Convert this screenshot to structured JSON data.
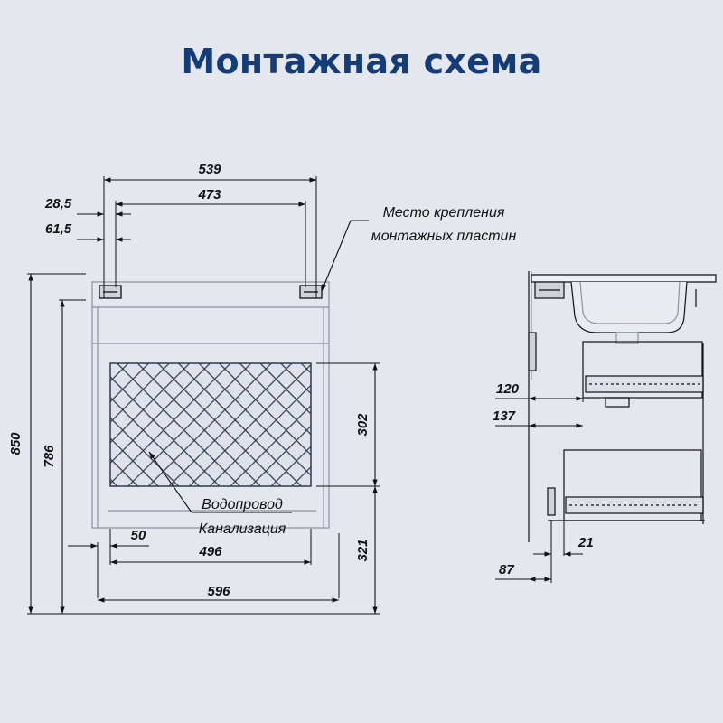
{
  "title": "Монтажная схема",
  "front_dims": {
    "d539": "539",
    "d473": "473",
    "d28_5": "28,5",
    "d61_5": "61,5",
    "d850": "850",
    "d786": "786",
    "d302": "302",
    "d321": "321",
    "d50": "50",
    "d496": "496",
    "d596": "596"
  },
  "side_dims": {
    "d120": "120",
    "d137": "137",
    "d21": "21",
    "d87": "87"
  },
  "labels": {
    "mount_line1": "Место крепления",
    "mount_line2": "монтажных пластин",
    "water": "Водопровод",
    "sewer": "Канализация"
  },
  "colors": {
    "title": "#143c78",
    "background": "#e5e7ee",
    "lines": "#111111",
    "zone_fill": "#2f3b4f"
  }
}
